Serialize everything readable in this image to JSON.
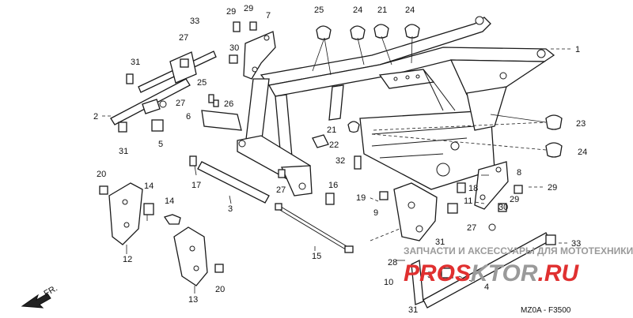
{
  "diagram": {
    "code": "MZ0A - F3500",
    "front_label": "FR.",
    "watermark": {
      "line": "ЗАПЧАСТИ И АКСЕССУАРЫ ДЛЯ МОТОТЕХНИКИ",
      "brand_a": "PROS",
      "brand_b": "KTOR",
      "brand_c": ".RU"
    },
    "callouts": [
      "1",
      "2",
      "3",
      "4",
      "5",
      "6",
      "7",
      "8",
      "9",
      "10",
      "11",
      "12",
      "13",
      "14",
      "15",
      "16",
      "17",
      "18",
      "19",
      "20",
      "21",
      "22",
      "23",
      "24",
      "25",
      "26",
      "27",
      "28",
      "29",
      "30",
      "31",
      "32",
      "33"
    ]
  }
}
